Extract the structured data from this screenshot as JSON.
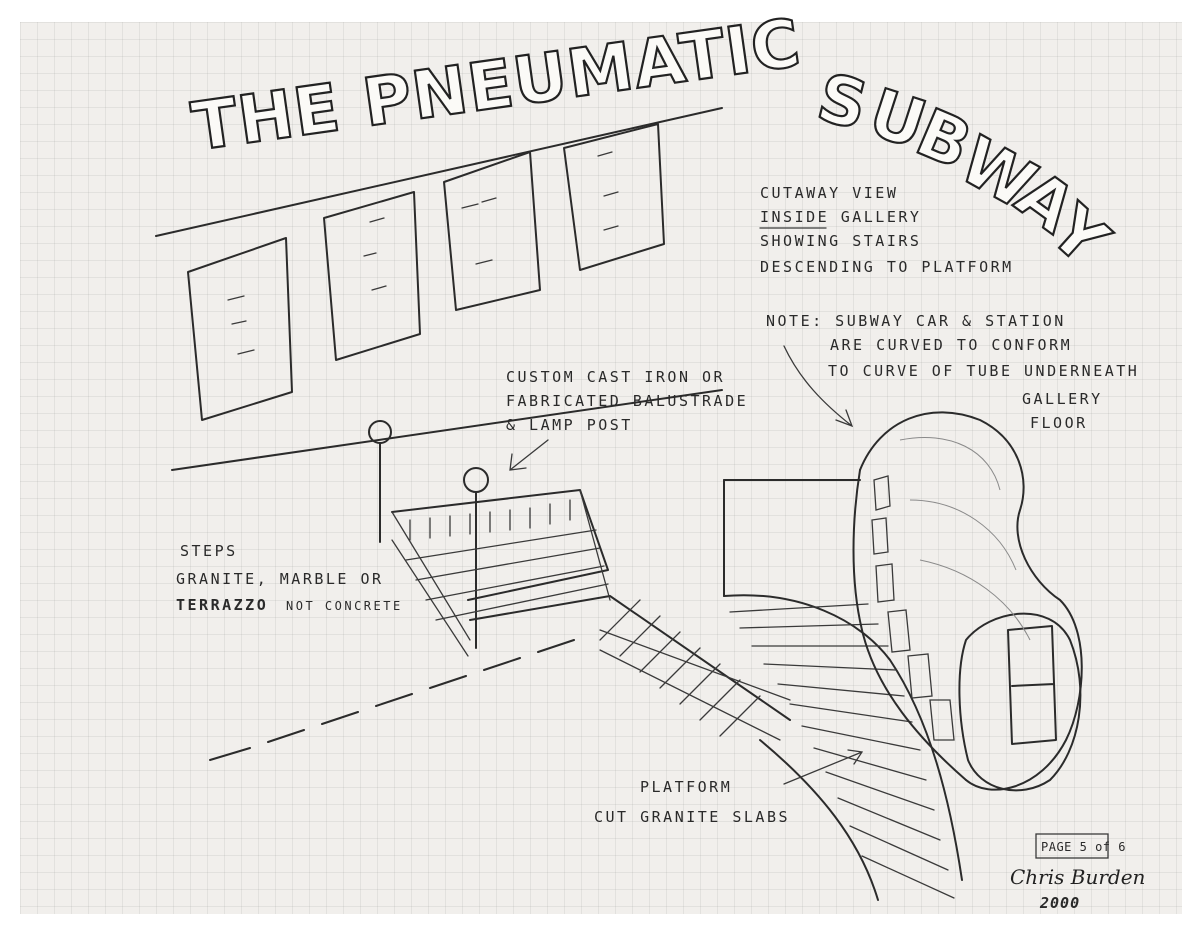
{
  "title": {
    "part1": "THE PNEUMATIC",
    "part2_letters": [
      "S",
      "U",
      "B",
      "W",
      "A",
      "Y"
    ]
  },
  "notes": {
    "cutaway": [
      "CUTAWAY VIEW",
      "INSIDE GALLERY",
      "SHOWING STAIRS",
      "DESCENDING TO PLATFORM"
    ],
    "note": [
      "NOTE: SUBWAY CAR & STATION",
      "ARE CURVED TO CONFORM",
      "TO CURVE OF TUBE UNDERNEATH",
      "GALLERY",
      "FLOOR"
    ],
    "balustrade": [
      "CUSTOM CAST IRON OR",
      "FABRICATED BALUSTRADE",
      "& LAMP POST"
    ],
    "steps": [
      "STEPS",
      "GRANITE, MARBLE OR",
      "TERRAZZO",
      "NOT CONCRETE"
    ],
    "platform": [
      "PLATFORM",
      "CUT GRANITE SLABS"
    ]
  },
  "page_label": "PAGE 5 of 6",
  "signature": "Chris Burden",
  "year": "2000"
}
